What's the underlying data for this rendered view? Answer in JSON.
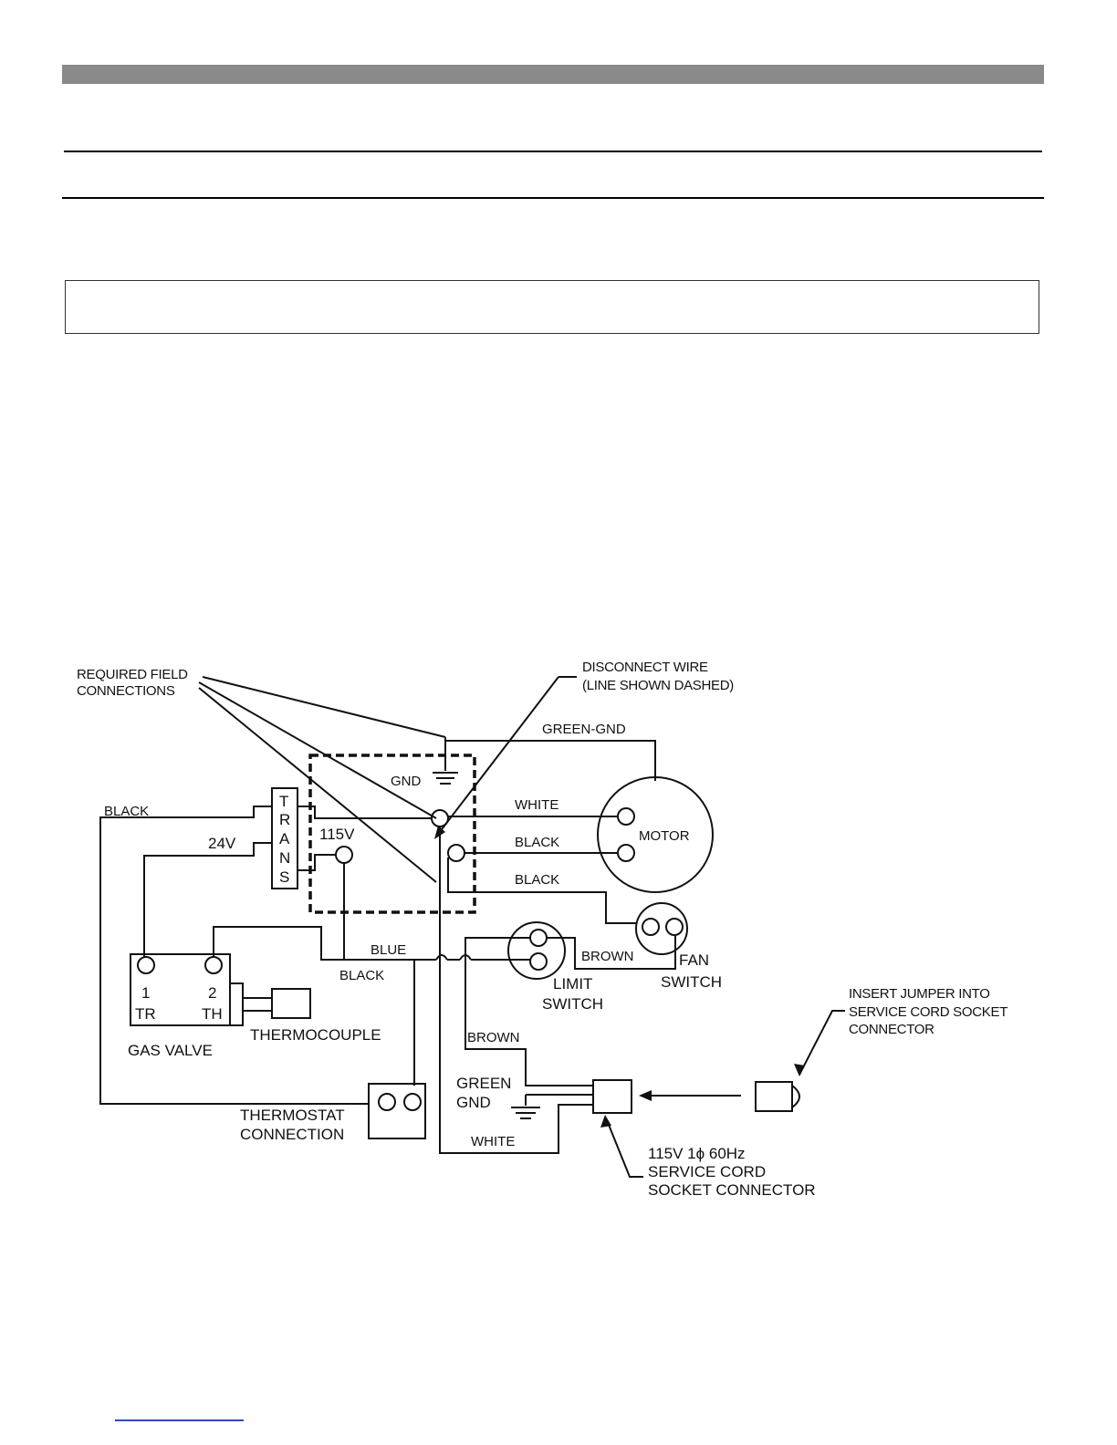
{
  "labels": {
    "required_field": "REQUIRED FIELD",
    "connections": "CONNECTIONS",
    "disconnect_wire": "DISCONNECT WIRE",
    "line_shown_dashed": "(LINE SHOWN DASHED)",
    "green_gnd_top": "GREEN-GND",
    "gnd": "GND",
    "black_left": "BLACK",
    "trans_letters": [
      "T",
      "R",
      "A",
      "N",
      "S"
    ],
    "v24": "24V",
    "v115": "115V",
    "white_motor": "WHITE",
    "black_motor": "BLACK",
    "black_fan": "BLACK",
    "motor": "MOTOR",
    "blue": "BLUE",
    "black_mid": "BLACK",
    "brown_limit": "BROWN",
    "fan": "FAN",
    "switch_fan": "SWITCH",
    "limit": "LIMIT",
    "switch_limit": "SWITCH",
    "gv_1": "1",
    "gv_2": "2",
    "gv_tr": "TR",
    "gv_th": "TH",
    "gas_valve": "GAS VALVE",
    "thermocouple": "THERMOCOUPLE",
    "thermostat": "THERMOSTAT",
    "connection": "CONNECTION",
    "brown_cord": "BROWN",
    "green": "GREEN",
    "gnd_cord": "GND",
    "white_cord": "WHITE",
    "insert_jumper_1": "INSERT JUMPER INTO",
    "insert_jumper_2": "SERVICE CORD SOCKET",
    "insert_jumper_3": "CONNECTOR",
    "cord_1": "115V 1ϕ 60Hz",
    "cord_2": "SERVICE CORD",
    "cord_3": "SOCKET CONNECTOR"
  }
}
